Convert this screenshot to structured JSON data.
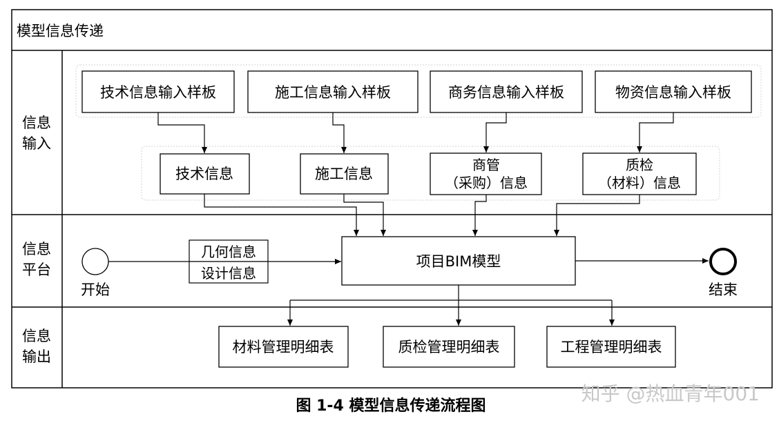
{
  "title": "模型信息传递",
  "lanes": {
    "input": [
      "信息",
      "输入"
    ],
    "platform": [
      "信息",
      "平台"
    ],
    "output": [
      "信息",
      "输出"
    ]
  },
  "templates": [
    "技术信息输入样板",
    "施工信息输入样板",
    "商务信息输入样板",
    "物资信息输入样板"
  ],
  "info": {
    "tech": "技术信息",
    "construction": "施工信息",
    "commerce": [
      "商管",
      "（采购）信息"
    ],
    "quality": [
      "质检",
      "（材料）信息"
    ]
  },
  "platform": {
    "start": "开始",
    "geometry": "几何信息",
    "design": "设计信息",
    "model": "项目BIM模型",
    "end": "结束"
  },
  "outputs": [
    "材料管理明细表",
    "质检管理明细表",
    "工程管理明细表"
  ],
  "watermark": "知乎 @热血青年001",
  "caption": "图 1-4  模型信息传递流程图"
}
